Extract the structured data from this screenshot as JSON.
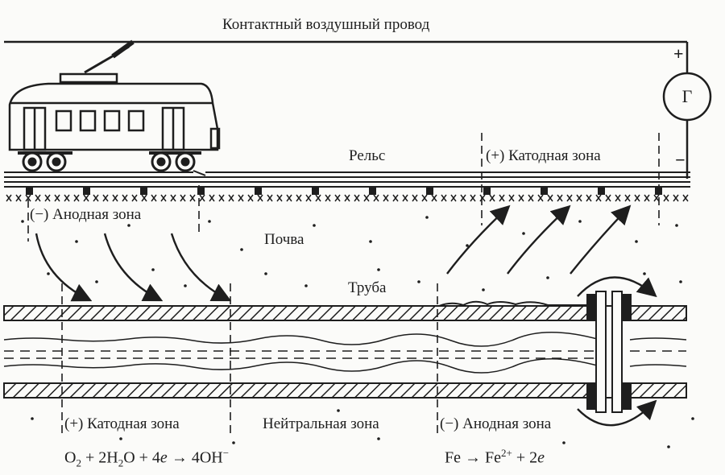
{
  "labels": {
    "wire": "Контактный воздушный провод",
    "rail": "Рельс",
    "cathode_top": "(+) Катодная зона",
    "anode_top": "(−) Анодная зона",
    "soil": "Почва",
    "pipe": "Труба",
    "cathode_bottom": "(+) Катодная зона",
    "neutral": "Нейтральная зона",
    "anode_bottom": "(−) Анодная зона"
  },
  "generator": {
    "symbol": "Г",
    "plus": "+",
    "minus": "−"
  },
  "equations": {
    "cathode": {
      "o": "O",
      "o_sub": "2",
      "plus1": " + 2H",
      "h_sub": "2",
      "o2": "O + 4",
      "e": "e",
      "arrow": " → 4OH",
      "oh_sup": "−"
    },
    "anode": {
      "fe": "Fe → Fe",
      "fe_sup": "2+",
      "plus": " + 2",
      "e": "e"
    }
  },
  "colors": {
    "ink": "#1e1e1e",
    "paper": "#fbfbf9"
  }
}
